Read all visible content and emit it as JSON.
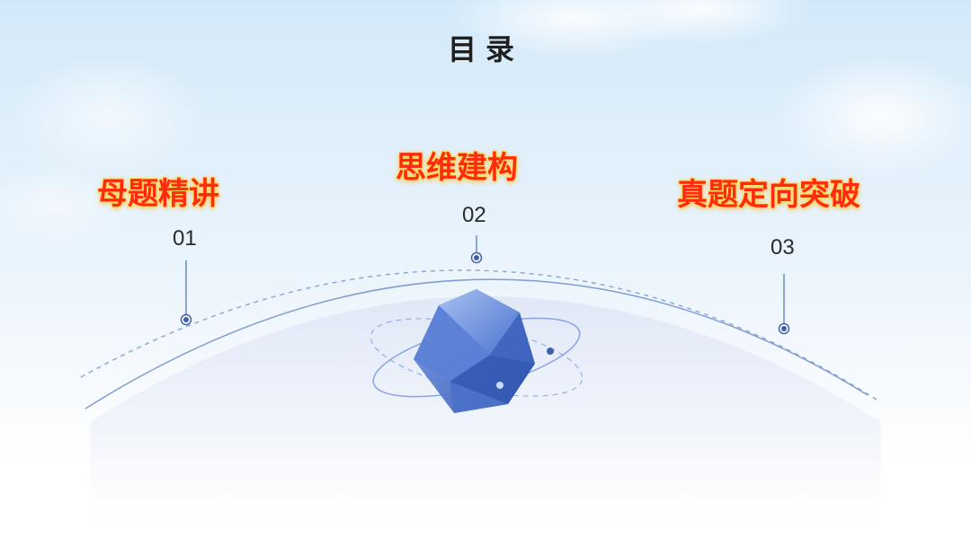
{
  "header": {
    "title": "目录"
  },
  "items": [
    {
      "title": "母题精讲",
      "number": "01"
    },
    {
      "title": "思维建构",
      "number": "02"
    },
    {
      "title": "真题定向突破",
      "number": "03"
    }
  ],
  "colors": {
    "accent_red": "#ff2a12",
    "glow_yellow": "#ffd84a",
    "line_blue": "#4a6fb5",
    "node_blue": "#3d5fa8"
  },
  "decorations": {
    "center_graphic": "blue-icosahedron-icon"
  }
}
